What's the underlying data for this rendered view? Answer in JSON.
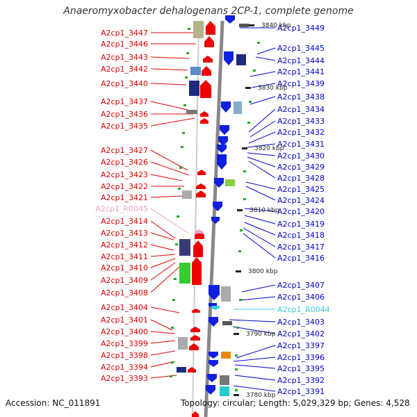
{
  "title": "Anaeromyxobacter dehalogenans 2CP-1, complete genome",
  "accession": "Accession: NC_011891",
  "summary": "Topology: circular; Length: 5,029,329 bp; Genes: 4,528",
  "colors": {
    "left_label": "#e00000",
    "right_label": "#0000cc",
    "rna_left_label": "#f0a0c8",
    "rna_right_label": "#33ccdd",
    "axis": "#888888"
  },
  "scale_ticks": [
    "3840 kbp",
    "3830 kbp",
    "3820 kbp",
    "3810 kbp",
    "3800 kbp",
    "3790 kbp",
    "3780 kbp"
  ],
  "left_genes": [
    "A2cp1_3447",
    "A2cp1_3446",
    "A2cp1_3443",
    "A2cp1_3442",
    "A2cp1_3440",
    "A2cp1_3437",
    "A2cp1_3436",
    "A2cp1_3435",
    "A2cp1_3427",
    "A2cp1_3426",
    "A2cp1_3423",
    "A2cp1_3422",
    "A2cp1_3421",
    "A2cp1_R0045",
    "A2cp1_3414",
    "A2cp1_3413",
    "A2cp1_3412",
    "A2cp1_3411",
    "A2cp1_3410",
    "A2cp1_3409",
    "A2cp1_3408",
    "A2cp1_3404",
    "A2cp1_3401",
    "A2cp1_3400",
    "A2cp1_3399",
    "A2cp1_3398",
    "A2cp1_3394",
    "A2cp1_3393"
  ],
  "right_genes": [
    "A2cp1_3449",
    "A2cp1_3445",
    "A2cp1_3444",
    "A2cp1_3441",
    "A2cp1_3439",
    "A2cp1_3438",
    "A2cp1_3434",
    "A2cp1_3433",
    "A2cp1_3432",
    "A2cp1_3431",
    "A2cp1_3430",
    "A2cp1_3429",
    "A2cp1_3428",
    "A2cp1_3425",
    "A2cp1_3424",
    "A2cp1_3420",
    "A2cp1_3419",
    "A2cp1_3418",
    "A2cp1_3417",
    "A2cp1_3416",
    "A2cp1_3407",
    "A2cp1_3406",
    "A2cp1_R0044",
    "A2cp1_3403",
    "A2cp1_3402",
    "A2cp1_3397",
    "A2cp1_3396",
    "A2cp1_3395",
    "A2cp1_3392",
    "A2cp1_3391"
  ]
}
